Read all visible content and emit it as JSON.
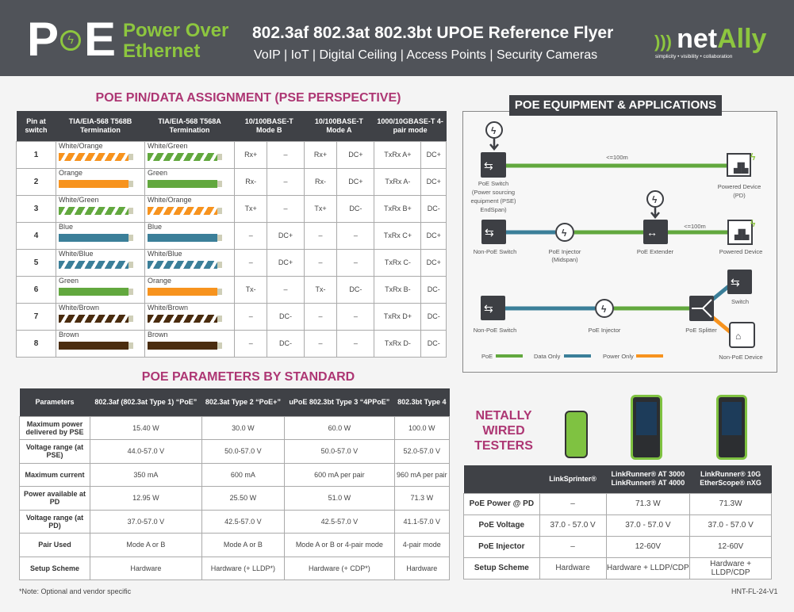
{
  "header": {
    "logo_p": "P",
    "logo_e": "E",
    "brand_line1": "Power Over",
    "brand_line2": "Ethernet",
    "title": "802.3af 802.3at 802.3bt UPOE Reference Flyer",
    "subtitle": "VoIP | IoT | Digital Ceiling | Access Points | Security Cameras",
    "company_a": "net",
    "company_b": "Ally",
    "tagline": "simplicity • visibility • collaboration"
  },
  "pin_table": {
    "title": "POE PIN/DATA ASSIGNMENT (PSE PERSPECTIVE)",
    "headers": [
      "Pin at switch",
      "TIA/EIA-568 T568B Termination",
      "TIA/EIA-568 T568A Termination",
      "10/100BASE-T Mode B",
      "10/100BASE-T Mode A",
      "1000/10GBASE-T 4-pair mode"
    ],
    "rows": [
      {
        "pin": "1",
        "b": {
          "label": "White/Orange",
          "color": "#f7931e",
          "striped": true
        },
        "a": {
          "label": "White/Green",
          "color": "#62a83e",
          "striped": true
        },
        "vals": [
          "Rx+",
          "–",
          "Rx+",
          "DC+",
          "TxRx A+",
          "DC+"
        ]
      },
      {
        "pin": "2",
        "b": {
          "label": "Orange",
          "color": "#f7931e",
          "striped": false
        },
        "a": {
          "label": "Green",
          "color": "#62a83e",
          "striped": false
        },
        "vals": [
          "Rx-",
          "–",
          "Rx-",
          "DC+",
          "TxRx A-",
          "DC+"
        ]
      },
      {
        "pin": "3",
        "b": {
          "label": "White/Green",
          "color": "#62a83e",
          "striped": true
        },
        "a": {
          "label": "White/Orange",
          "color": "#f7931e",
          "striped": true
        },
        "vals": [
          "Tx+",
          "–",
          "Tx+",
          "DC-",
          "TxRx B+",
          "DC-"
        ]
      },
      {
        "pin": "4",
        "b": {
          "label": "Blue",
          "color": "#3b7f99",
          "striped": false
        },
        "a": {
          "label": "Blue",
          "color": "#3b7f99",
          "striped": false
        },
        "vals": [
          "–",
          "DC+",
          "–",
          "–",
          "TxRx C+",
          "DC+"
        ]
      },
      {
        "pin": "5",
        "b": {
          "label": "White/Blue",
          "color": "#3b7f99",
          "striped": true
        },
        "a": {
          "label": "White/Blue",
          "color": "#3b7f99",
          "striped": true
        },
        "vals": [
          "–",
          "DC+",
          "–",
          "–",
          "TxRx C-",
          "DC+"
        ]
      },
      {
        "pin": "6",
        "b": {
          "label": "Green",
          "color": "#62a83e",
          "striped": false
        },
        "a": {
          "label": "Orange",
          "color": "#f7931e",
          "striped": false
        },
        "vals": [
          "Tx-",
          "–",
          "Tx-",
          "DC-",
          "TxRx B-",
          "DC-"
        ]
      },
      {
        "pin": "7",
        "b": {
          "label": "White/Brown",
          "color": "#4a2c0f",
          "striped": true
        },
        "a": {
          "label": "White/Brown",
          "color": "#4a2c0f",
          "striped": true
        },
        "vals": [
          "–",
          "DC-",
          "–",
          "–",
          "TxRx D+",
          "DC-"
        ]
      },
      {
        "pin": "8",
        "b": {
          "label": "Brown",
          "color": "#4a2c0f",
          "striped": false
        },
        "a": {
          "label": "Brown",
          "color": "#4a2c0f",
          "striped": false
        },
        "vals": [
          "–",
          "DC-",
          "–",
          "–",
          "TxRx D-",
          "DC-"
        ]
      }
    ]
  },
  "params_table": {
    "title": "POE PARAMETERS BY STANDARD",
    "headers": [
      "Parameters",
      "802.3af (802.3at Type 1) “PoE”",
      "802.3at Type 2 “PoE+”",
      "uPoE 802.3bt Type 3 “4PPoE”",
      "802.3bt Type 4"
    ],
    "rows": [
      [
        "Maximum power delivered by PSE",
        "15.40 W",
        "30.0 W",
        "60.0 W",
        "100.0 W"
      ],
      [
        "Voltage range (at PSE)",
        "44.0-57.0 V",
        "50.0-57.0 V",
        "50.0-57.0 V",
        "52.0-57.0 V"
      ],
      [
        "Maximum current",
        "350 mA",
        "600 mA",
        "600 mA per pair",
        "960 mA per pair"
      ],
      [
        "Power available at PD",
        "12.95 W",
        "25.50 W",
        "51.0 W",
        "71.3 W"
      ],
      [
        "Voltage range (at PD)",
        "37.0-57.0 V",
        "42.5-57.0 V",
        "42.5-57.0 V",
        "41.1-57.0 V"
      ],
      [
        "Pair Used",
        "Mode A or B",
        "Mode A or B",
        "Mode A or B or 4-pair mode",
        "4-pair mode"
      ],
      [
        "Setup Scheme",
        "Hardware",
        "Hardware (+ LLDP*)",
        "Hardware (+ CDP*)",
        "Hardware"
      ]
    ]
  },
  "equipment": {
    "title": "POE EQUIPMENT & APPLICATIONS",
    "dist1": "<=100m",
    "dist2": "<=100m",
    "poe_switch": [
      "PoE Switch",
      "(Power sourcing",
      "equipment (PSE)",
      "EndSpan)"
    ],
    "pd1": [
      "Powered Device",
      "(PD)"
    ],
    "nonpoe1": "Non-PoE Switch",
    "injector1": [
      "PoE Injector",
      "(Midspan)"
    ],
    "extender": "PoE Extender",
    "pd2": "Powered Device",
    "nonpoe2": "Non-PoE Switch",
    "injector2": "PoE Injector",
    "splitter": "PoE Splitter",
    "switch": "Switch",
    "nonpoe_device": "Non-PoE Device",
    "legend": [
      {
        "label": "PoE",
        "color": "#62a83e"
      },
      {
        "label": "Data Only",
        "color": "#3b7f99"
      },
      {
        "label": "Power Only",
        "color": "#f7931e"
      }
    ]
  },
  "testers": {
    "title_lines": [
      "NETALLY",
      "WIRED",
      "TESTERS"
    ],
    "headers": [
      "",
      "LinkSprinter®",
      "LinkRunner® AT 3000\nLinkRunner® AT 4000",
      "LinkRunner® 10G\nEtherScope® nXG"
    ],
    "rows": [
      [
        "PoE Power @ PD",
        "–",
        "71.3 W",
        "71.3W"
      ],
      [
        "PoE Voltage",
        "37.0 - 57.0 V",
        "37.0 - 57.0 V",
        "37.0 - 57.0 V"
      ],
      [
        "PoE Injector",
        "–",
        "12-60V",
        "12-60V"
      ],
      [
        "Setup Scheme",
        "Hardware",
        "Hardware + LLDP/CDP",
        "Hardware + LLDP/CDP"
      ]
    ]
  },
  "footer": {
    "note": "*Note: Optional and vendor specific",
    "code": "HNT-FL-24-V1"
  }
}
